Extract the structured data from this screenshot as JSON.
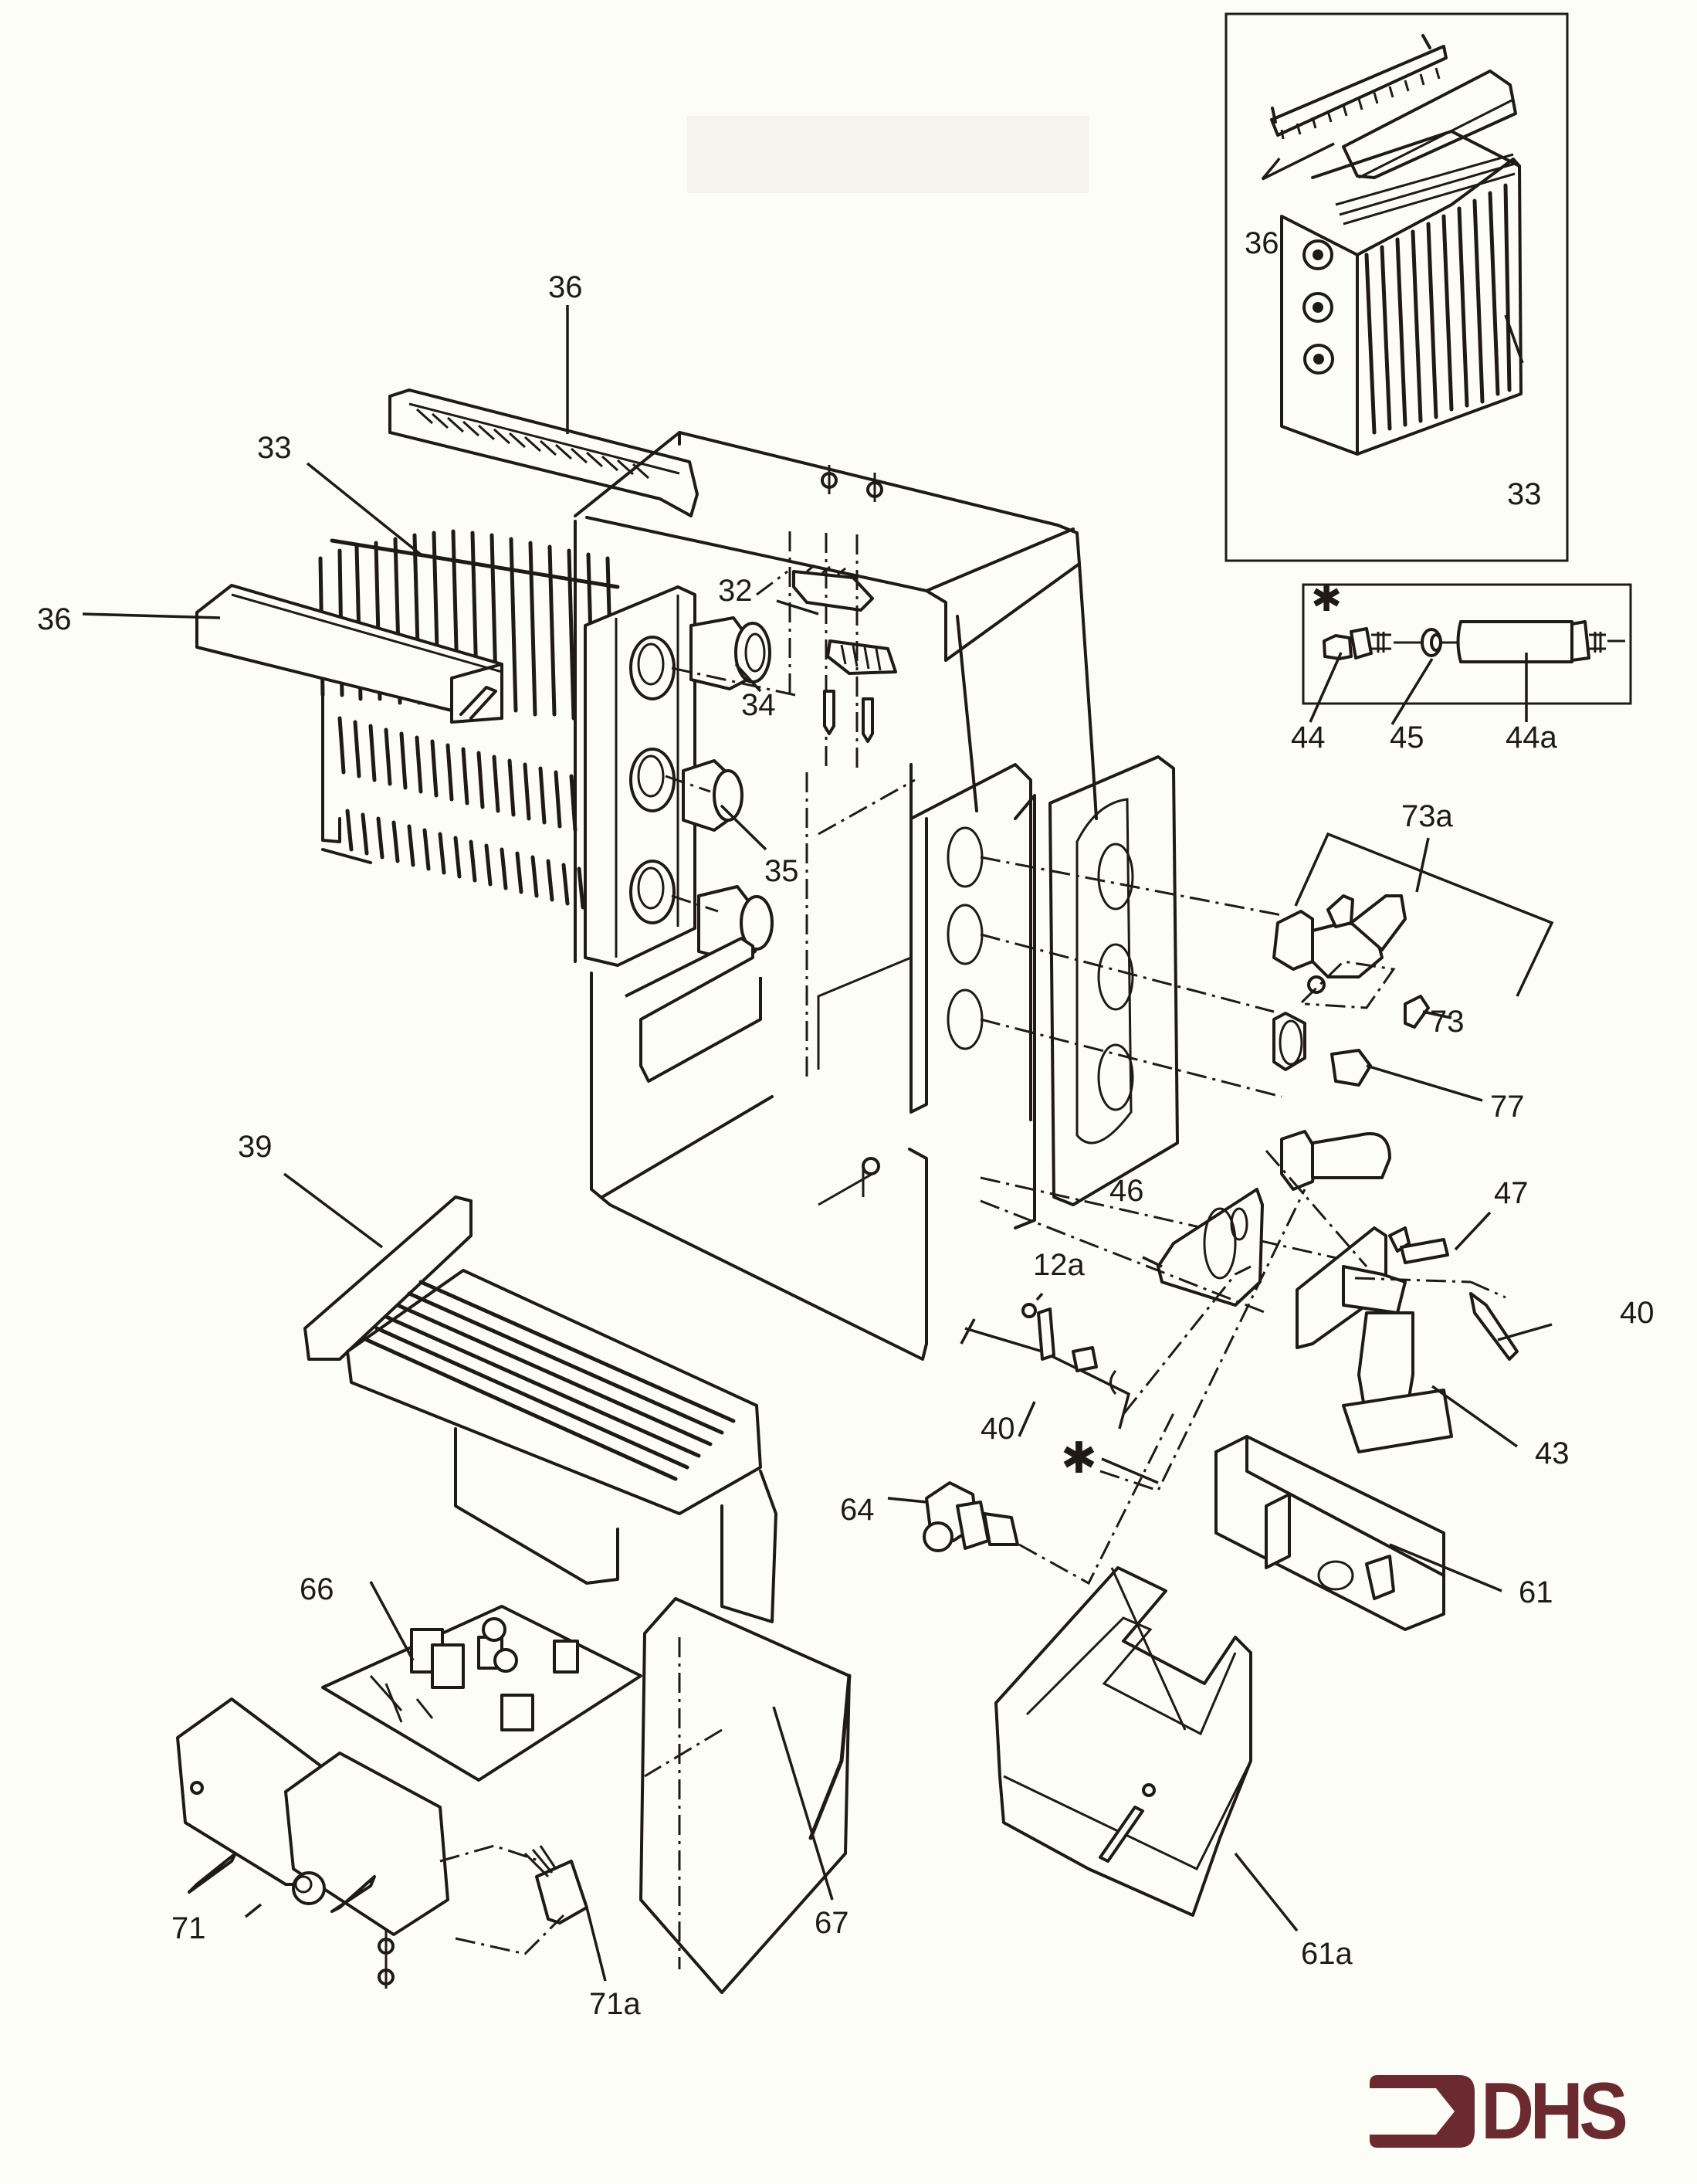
{
  "diagram": {
    "type": "exploded-parts-diagram",
    "subject": "tankless water heater assembly",
    "brand_color": "#6b2a2f",
    "line_color": "#1e1a16",
    "background_color": "#fdfdf8"
  },
  "callouts": {
    "p36_top": "36",
    "p33_left": "33",
    "p36_left": "36",
    "p32": "32",
    "p34": "34",
    "p35": "35",
    "p39": "39",
    "p46": "46",
    "p12a": "12a",
    "p40_burner": "40",
    "p47": "47",
    "p40_electrode": "40",
    "p43": "43",
    "p61": "61",
    "p64": "64",
    "p66": "66",
    "p67": "67",
    "p71": "71",
    "p71a": "71a",
    "p61a": "61a",
    "p73a": "73a",
    "p73": "73",
    "p77": "77",
    "star_burner": "✱"
  },
  "inset_heat_exchanger": {
    "label_36": "36",
    "label_33": "33"
  },
  "inset_pilot": {
    "star": "✱",
    "label_44": "44",
    "label_45": "45",
    "label_44a": "44a"
  },
  "logo": {
    "text": "DHS",
    "icon": "arrow-bracket-icon"
  }
}
